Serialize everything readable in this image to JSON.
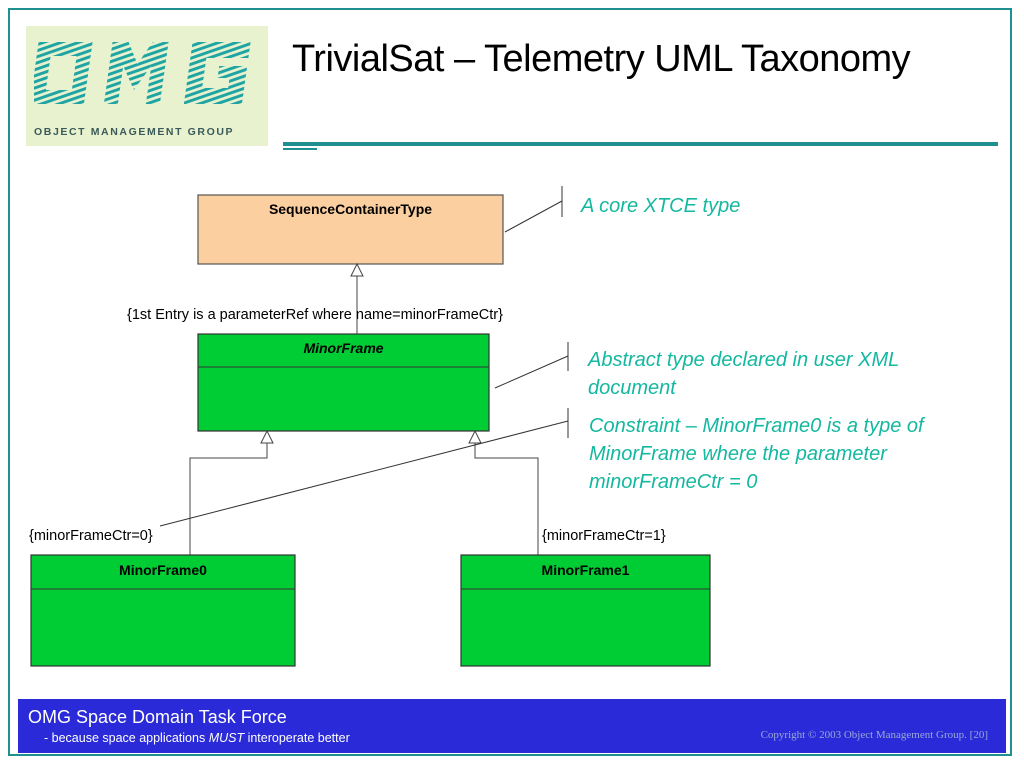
{
  "slide": {
    "title": "TrivialSat – Telemetry UML Taxonomy"
  },
  "logo": {
    "letters": "OMG",
    "caption": "OBJECT MANAGEMENT GROUP"
  },
  "diagram": {
    "classes": {
      "sequence_container": "SequenceContainerType",
      "minor_frame": "MinorFrame",
      "minor_frame0": "MinorFrame0",
      "minor_frame1": "MinorFrame1"
    },
    "constraints": {
      "first_entry": "{1st Entry is a parameterRef where name=minorFrameCtr}",
      "ctr0": "{minorFrameCtr=0}",
      "ctr1": "{minorFrameCtr=1}"
    },
    "notes": {
      "core_type": "A core XTCE type",
      "abstract_type": "Abstract type declared in user XML document",
      "constraint": "Constraint – MinorFrame0 is a type of MinorFrame where the parameter minorFrameCtr = 0"
    },
    "colors": {
      "core_fill": "#fccfa0",
      "user_fill": "#00cc33",
      "note_text": "#14b8a0"
    }
  },
  "footer": {
    "title": "OMG Space Domain Task Force",
    "subtitle_prefix": "- because space applications ",
    "subtitle_emphasis": "MUST",
    "subtitle_suffix": " interoperate better",
    "copyright": "Copyright © 2003 Object Management Group. [20]",
    "background_color": "#2a2ad8"
  }
}
